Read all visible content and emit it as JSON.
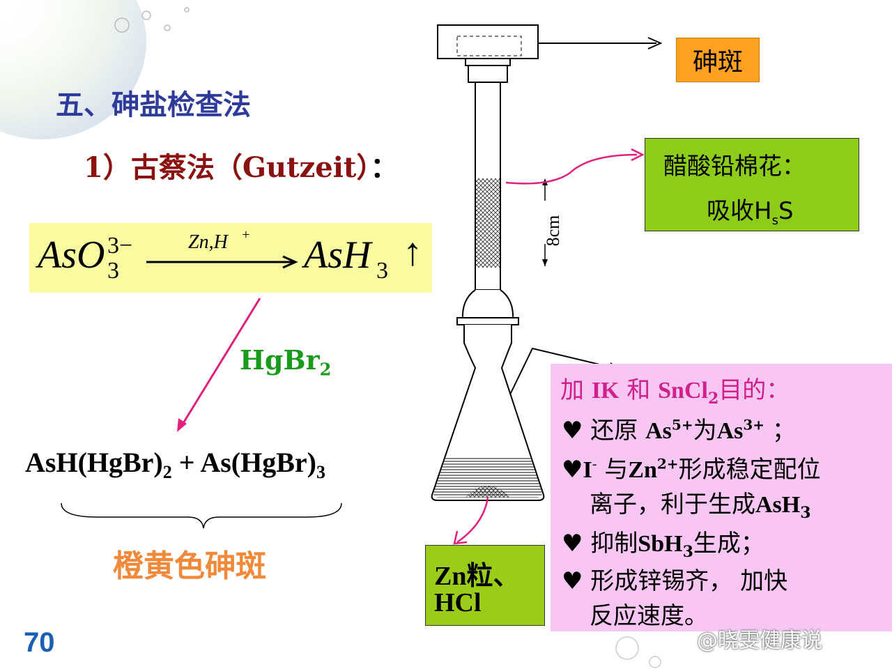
{
  "slide": {
    "title": "五、砷盐检查法",
    "subtitle_main": "1）古蔡法（Gutzeit）",
    "subtitle_colon": "：",
    "page_number": "70"
  },
  "equation": {
    "reactant": "AsO",
    "reactant_sub": "3",
    "reactant_sup": "3−",
    "condition": "Zn,H",
    "condition_sup": "+",
    "product": "AsH",
    "product_sub": "3",
    "gas_symbol": "↑"
  },
  "reagent": {
    "name": "HgBr",
    "sub": "2"
  },
  "product": {
    "part1": "AsH(HgBr)",
    "part1_sub": "2",
    "plus": " + As(HgBr)",
    "part2_sub": "3"
  },
  "brace_label": "橙黄色砷斑",
  "callouts": {
    "arsenic_spot": "砷斑",
    "lead_cotton_line1": "醋酸铅棉花：",
    "lead_cotton_line2_prefix": "吸收H",
    "lead_cotton_line2_sub": "s",
    "lead_cotton_line2_suffix": "S",
    "zn_line1": "Zn粒、",
    "zn_line2": "HCl",
    "dimension": "8cm"
  },
  "purpose_box": {
    "head_prefix": "加 ",
    "head_ik": "IK",
    "head_and": " 和 ",
    "head_sncl": "SnCl",
    "head_sncl_sub": "2",
    "head_suffix": "目的：",
    "item1_prefix": "♥ 还原 ",
    "item1_as5": "As",
    "item1_as5_sup": "5+",
    "item1_mid": "为",
    "item1_as3": "As",
    "item1_as3_sup": "3+",
    "item1_suffix": " ；",
    "item2_prefix": "♥",
    "item2_i": "I",
    "item2_i_sup": "-",
    "item2_mid": " 与",
    "item2_zn": "Zn",
    "item2_zn_sup": "2+",
    "item2_suffix": "形成稳定配位",
    "item2b_prefix": "离子，利于生成",
    "item2b_ash": "AsH",
    "item2b_ash_sub": "3",
    "item3_prefix": "♥ 抑制",
    "item3_sbh": "SbH",
    "item3_sbh_sub": "3",
    "item3_suffix": "生成；",
    "item4": "♥ 形成锌锡齐， 加快",
    "item4b": "反应速度。"
  },
  "watermark": "@晓雯健康说",
  "colors": {
    "title_blue": "#2e3b9a",
    "subtitle_red": "#8b1010",
    "equation_bg": "#fafaa0",
    "reagent_green": "#1a9a1a",
    "orange_text": "#f08a3a",
    "magenta_arrow": "#e0207a",
    "arsenic_box": "#ffa020",
    "lead_box": "#8ecc1a",
    "purpose_box": "#f7c6f2",
    "purpose_head": "#d0208a"
  }
}
